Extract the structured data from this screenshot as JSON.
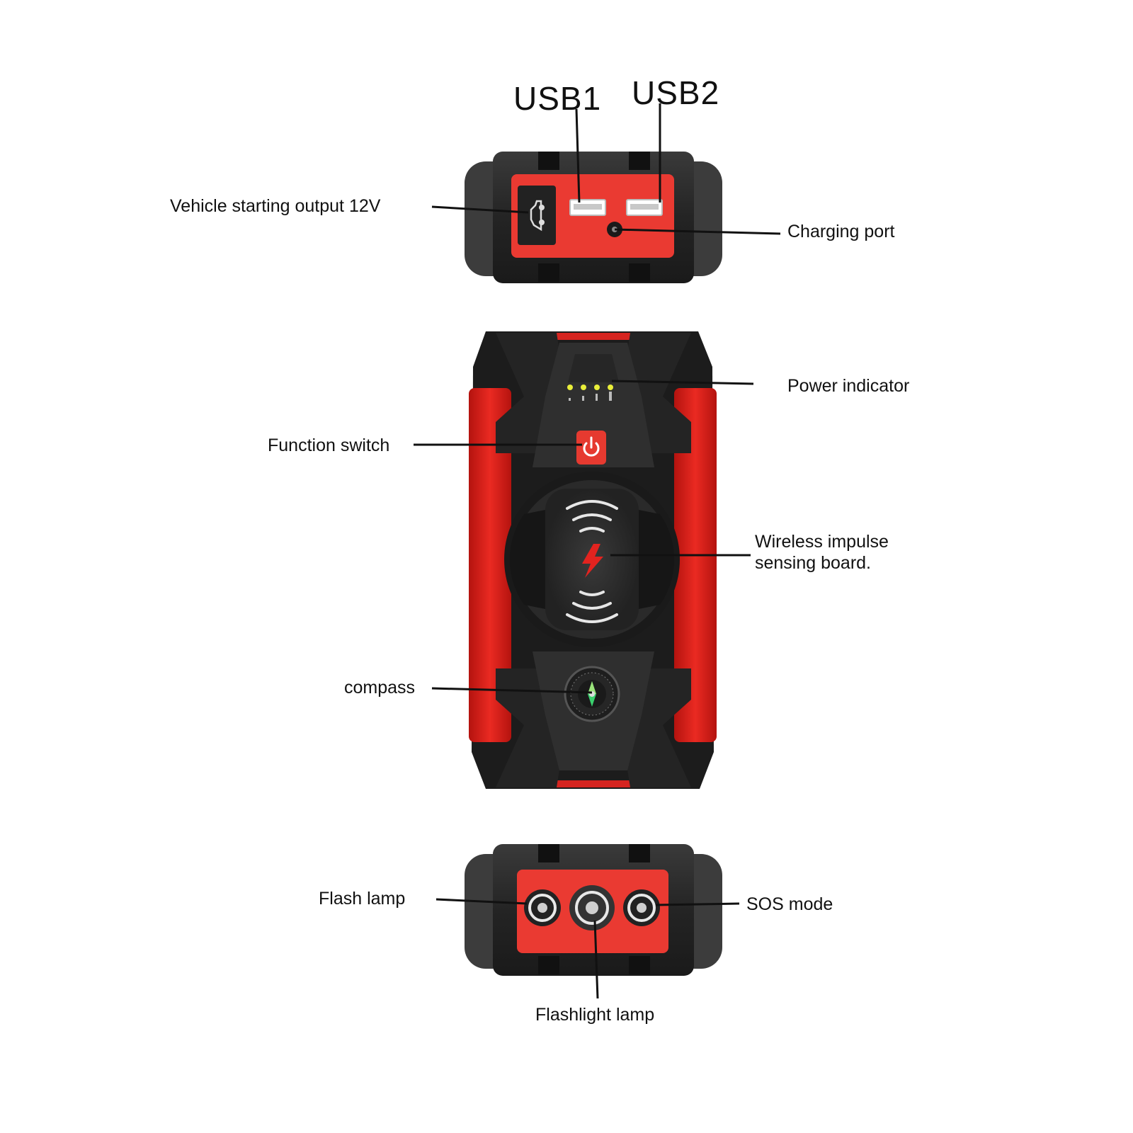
{
  "labels": {
    "usb1": "USB1",
    "usb2": "USB2",
    "vehicle_output": "Vehicle starting output 12V",
    "charging_port": "Charging port",
    "power_indicator": "Power indicator",
    "function_switch": "Function switch",
    "wireless_line1": "Wireless impulse",
    "wireless_line2": "sensing board.",
    "compass": "compass",
    "flash_lamp": "Flash lamp",
    "sos_mode": "SOS mode",
    "flashlight_lamp": "Flashlight lamp"
  },
  "colors": {
    "body_red": "#e2231f",
    "panel_red": "#f0433a",
    "shell_dark": "#2b2b2b",
    "shell_black": "#161616",
    "indicator_led": "#e9ee3a",
    "leader_line": "#111111"
  },
  "indicator": {
    "led_count": 4,
    "lit_count": 4
  },
  "icons": [
    "car-icon",
    "power-icon",
    "wireless-charging-icon",
    "lightning-icon",
    "compass-icon"
  ]
}
